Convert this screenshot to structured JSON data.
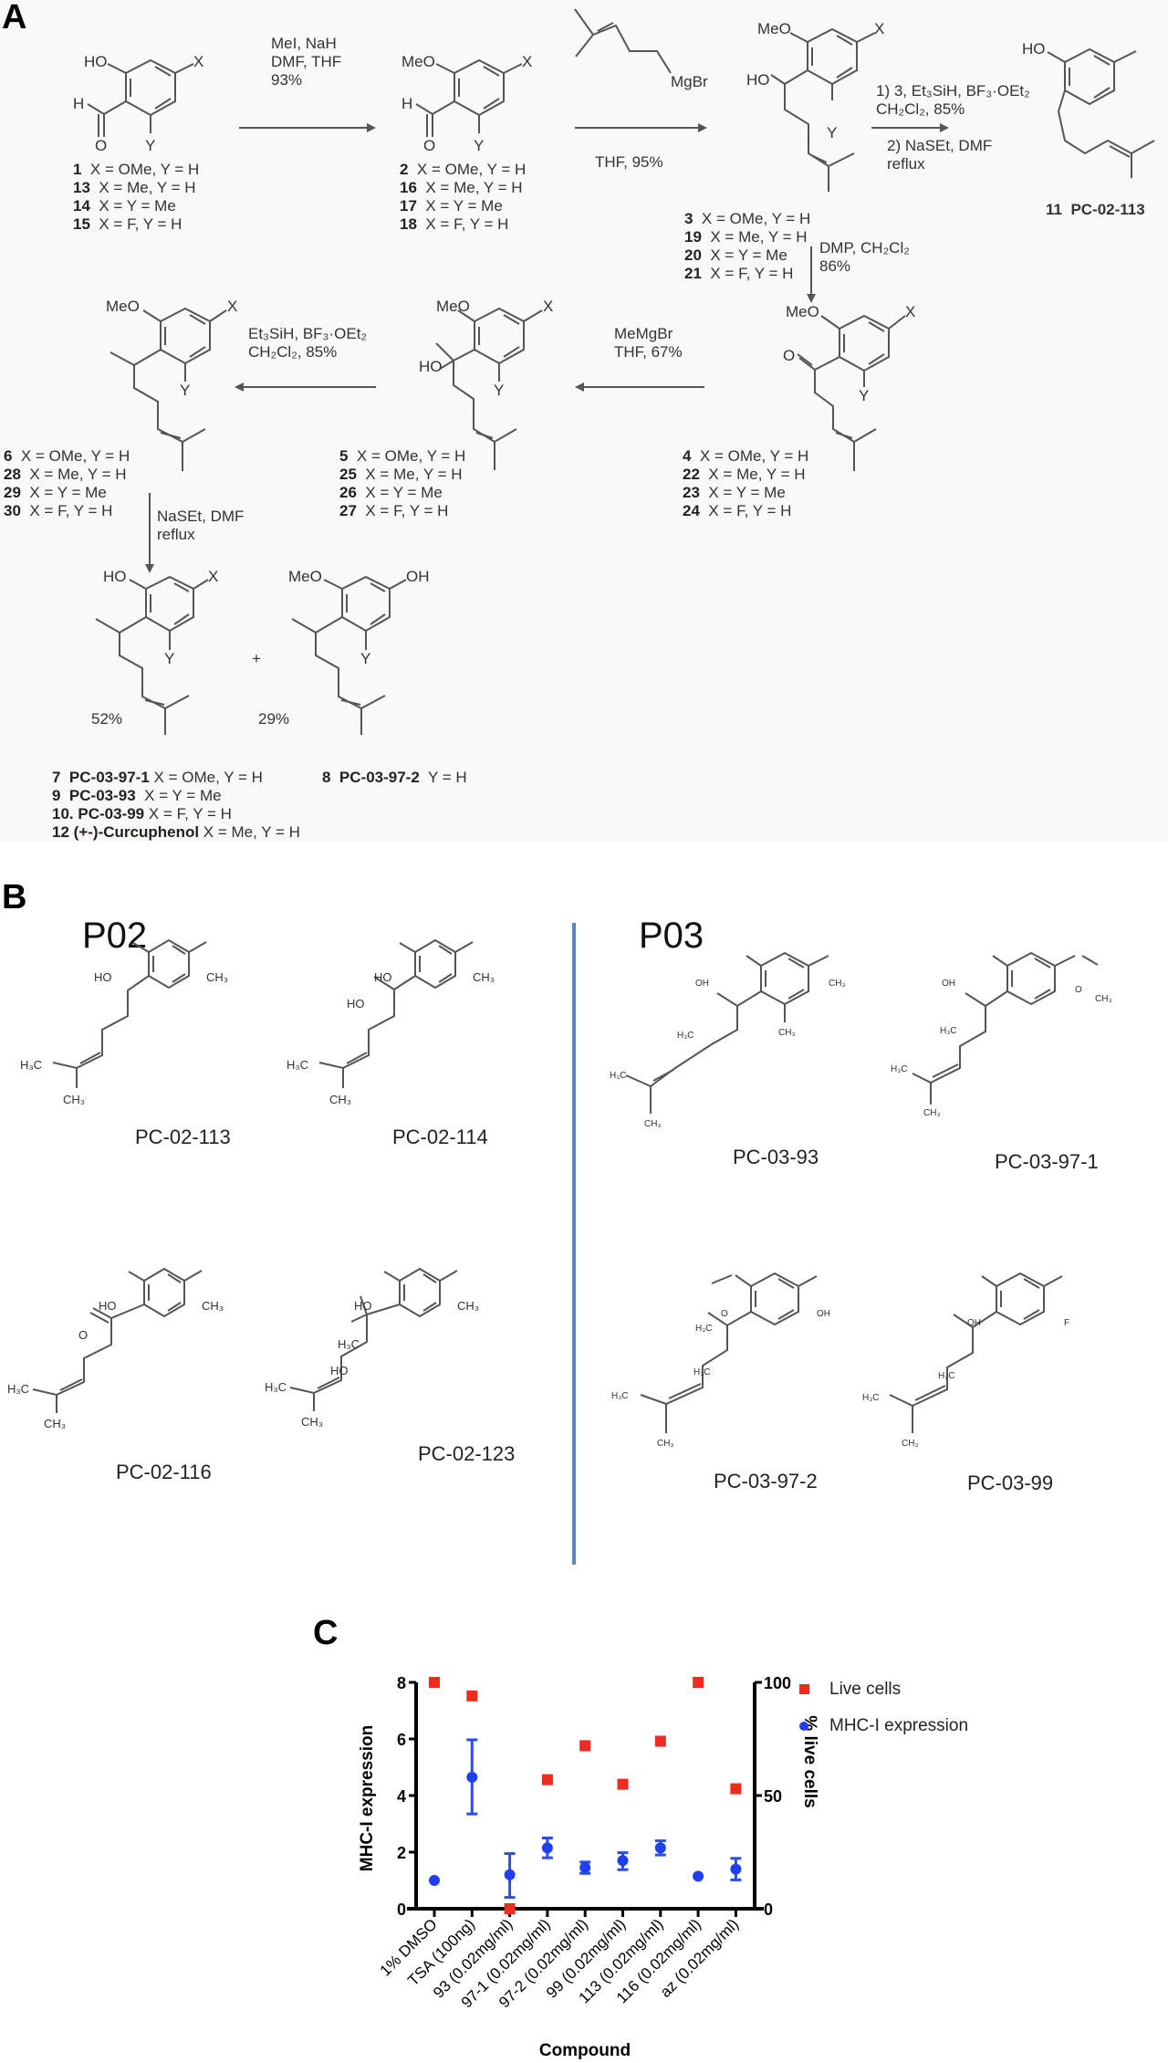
{
  "panels": {
    "A": {
      "letter": "A",
      "compounds": {
        "start": {
          "sub_labels": {
            "top_left": "HO",
            "top_right": "X",
            "left": "H",
            "bottom_o": "O",
            "bottom": "Y"
          },
          "list": [
            {
              "num": "1",
              "desc": "X = OMe, Y = H"
            },
            {
              "num": "13",
              "desc": "X = Me, Y = H"
            },
            {
              "num": "14",
              "desc": "X = Y = Me"
            },
            {
              "num": "15",
              "desc": "X = F, Y = H"
            }
          ]
        },
        "methylated": {
          "sub_labels": {
            "top_left": "MeO",
            "top_right": "X",
            "left": "H",
            "bottom_o": "O",
            "bottom": "Y"
          },
          "list": [
            {
              "num": "2",
              "desc": "X = OMe, Y = H"
            },
            {
              "num": "16",
              "desc": "X = Me, Y = H"
            },
            {
              "num": "17",
              "desc": "X = Y = Me"
            },
            {
              "num": "18",
              "desc": "X = F, Y = H"
            }
          ]
        },
        "alcohol": {
          "sub_labels": {
            "top_left": "MeO",
            "top_right": "X",
            "left": "HO",
            "bottom": "Y"
          },
          "list": [
            {
              "num": "3",
              "desc": "X = OMe, Y = H"
            },
            {
              "num": "19",
              "desc": "X = Me, Y = H"
            },
            {
              "num": "20",
              "desc": "X = Y = Me"
            },
            {
              "num": "21",
              "desc": "X = F, Y = H"
            }
          ]
        },
        "pc02113": {
          "sub_labels": {
            "top_left": "HO"
          },
          "num": "11",
          "name": "PC-02-113"
        },
        "ketone": {
          "sub_labels": {
            "top_left": "MeO",
            "top_right": "X",
            "left": "O",
            "bottom": "Y"
          },
          "list": [
            {
              "num": "4",
              "desc": "X = OMe, Y = H"
            },
            {
              "num": "22",
              "desc": "X = Me, Y = H"
            },
            {
              "num": "23",
              "desc": "X = Y = Me"
            },
            {
              "num": "24",
              "desc": "X = F, Y = H"
            }
          ]
        },
        "tert_alcohol": {
          "sub_labels": {
            "top_left": "MeO",
            "top_right": "X",
            "left": "HO",
            "bottom": "Y"
          },
          "list": [
            {
              "num": "5",
              "desc": "X = OMe, Y = H"
            },
            {
              "num": "25",
              "desc": "X = Me, Y = H"
            },
            {
              "num": "26",
              "desc": "X = Y = Me"
            },
            {
              "num": "27",
              "desc": "X = F, Y = H"
            }
          ]
        },
        "reduced": {
          "sub_labels": {
            "top_left": "MeO",
            "top_right": "X",
            "bottom": "Y"
          },
          "list": [
            {
              "num": "6",
              "desc": "X = OMe, Y = H"
            },
            {
              "num": "28",
              "desc": "X = Me, Y = H"
            },
            {
              "num": "29",
              "desc": "X = Y = Me"
            },
            {
              "num": "30",
              "desc": "X = F, Y = H"
            }
          ]
        },
        "product_phenol": {
          "sub_labels": {
            "top_left": "HO",
            "top_right": "X",
            "bottom": "Y"
          },
          "yield": "52%",
          "list": [
            {
              "num": "7",
              "name": "PC-03-97-1",
              "desc": "X = OMe, Y = H"
            },
            {
              "num": "9",
              "name": "PC-03-93",
              "desc": "X = Y = Me"
            },
            {
              "num": "10.",
              "name": "PC-03-99",
              "desc": "X = F, Y = H"
            },
            {
              "num": "12",
              "name": "(+-)-Curcuphenol",
              "desc": "X = Me, Y = H"
            }
          ]
        },
        "product_methoxy": {
          "sub_labels": {
            "top_left": "MeO",
            "top_right": "OH",
            "bottom": "Y"
          },
          "yield": "29%",
          "list": [
            {
              "num": "8",
              "name": "PC-03-97-2",
              "desc": "Y = H"
            }
          ]
        }
      },
      "plus": "+",
      "reagents": {
        "step1": [
          "MeI, NaH",
          "DMF, THF",
          "93%"
        ],
        "step2_reagent": "MgBr",
        "step2_cond": "THF, 95%",
        "step3a": [
          "1) 3,  Et₃SiH, BF₃·OEt₂",
          "CH₂Cl₂, 85%"
        ],
        "step3b": [
          "2) NaSEt, DMF",
          "reflux"
        ],
        "step4": [
          "DMP, CH₂Cl₂",
          "86%"
        ],
        "step5": [
          "MeMgBr",
          "THF, 67%"
        ],
        "step6": [
          "Et₃SiH, BF₃·OEt₂",
          "CH₂Cl₂, 85%"
        ],
        "step7": [
          "NaSEt, DMF",
          "reflux"
        ]
      }
    },
    "B": {
      "letter": "B",
      "groups": [
        {
          "title": "P02",
          "compounds": [
            {
              "name": "PC-02-113",
              "labels": {
                "oh": "HO",
                "me": "CH₃",
                "h3c": "H₃C",
                "ch3": "CH₃"
              }
            },
            {
              "name": "PC-02-114",
              "labels": {
                "oh": "HO",
                "me": "CH₃",
                "side": "HO",
                "h3c": "H₃C",
                "ch3": "CH₃"
              }
            },
            {
              "name": "PC-02-116",
              "labels": {
                "oh": "HO",
                "me": "CH₃",
                "side": "O",
                "h3c": "H₃C",
                "ch3": "CH₃"
              }
            },
            {
              "name": "PC-02-123",
              "labels": {
                "oh": "HO",
                "me": "CH₃",
                "side": "HO",
                "side2": "H₃C",
                "h3c": "H₃C",
                "ch3": "CH₃"
              }
            }
          ]
        },
        {
          "title": "P03",
          "compounds": [
            {
              "name": "PC-03-93",
              "labels": {
                "oh": "OH",
                "me": "CH₃",
                "me2": "CH₃",
                "branch": "H₃C",
                "h3c": "H₃C",
                "ch3": "CH₃"
              }
            },
            {
              "name": "PC-03-97-1",
              "labels": {
                "oh": "OH",
                "me": "O",
                "me_end": "CH₃",
                "branch": "H₃C",
                "h3c": "H₃C",
                "ch3": "CH₃"
              }
            },
            {
              "name": "PC-03-97-2",
              "labels": {
                "oh": "O",
                "oh_me": "H₃C",
                "me": "OH",
                "branch": "H₃C",
                "h3c": "H₃C",
                "ch3": "CH₃"
              }
            },
            {
              "name": "PC-03-99",
              "labels": {
                "oh": "OH",
                "me": "F",
                "branch": "H₃C",
                "h3c": "H₃C",
                "ch3": "CH₃"
              }
            }
          ]
        }
      ],
      "divider_color": "#5b86c4"
    },
    "C": {
      "letter": "C",
      "legend": [
        {
          "label": "Live cells",
          "marker": "square",
          "color": "#ee2b1f"
        },
        {
          "label": "MHC-I expression",
          "marker": "circle",
          "color": "#1f3ff0"
        }
      ]
    }
  },
  "chart_data": {
    "type": "scatter",
    "title": "",
    "xlabel": "Compound",
    "ylabel": "MHC-I expression",
    "y2label": "% live cells",
    "categories": [
      "1% DMSO",
      "TSA (100ng)",
      "93 (0.02mg/ml)",
      "97-1 (0.02mg/ml)",
      "97-2 (0.02mg/ml)",
      "99 (0.02mg/ml)",
      "113 (0.02mg/ml)",
      "116 (0.02mg/ml)",
      "az (0.02mg/ml)"
    ],
    "ylim": [
      0,
      8
    ],
    "y2lim": [
      0,
      100
    ],
    "yticks": [
      "0",
      "2",
      "4",
      "6",
      "8"
    ],
    "y2ticks": [
      "0",
      "50",
      "100"
    ],
    "grid": false,
    "legend_position": "right-top",
    "series": [
      {
        "name": "Live cells",
        "axis": "right",
        "marker": "square",
        "color": "#ee2b1f",
        "values": [
          100,
          94,
          0,
          57,
          72,
          55,
          74,
          100,
          53
        ]
      },
      {
        "name": "MHC-I expression",
        "axis": "left",
        "marker": "circle",
        "color": "#1f3ff0",
        "values": [
          1.0,
          4.65,
          1.2,
          2.15,
          1.45,
          1.7,
          2.15,
          1.15,
          1.4
        ],
        "error_low": [
          null,
          3.35,
          0.4,
          1.8,
          1.25,
          1.38,
          1.9,
          null,
          1.02
        ],
        "error_high": [
          null,
          5.97,
          1.95,
          2.5,
          1.65,
          1.98,
          2.4,
          null,
          1.78
        ]
      }
    ]
  }
}
